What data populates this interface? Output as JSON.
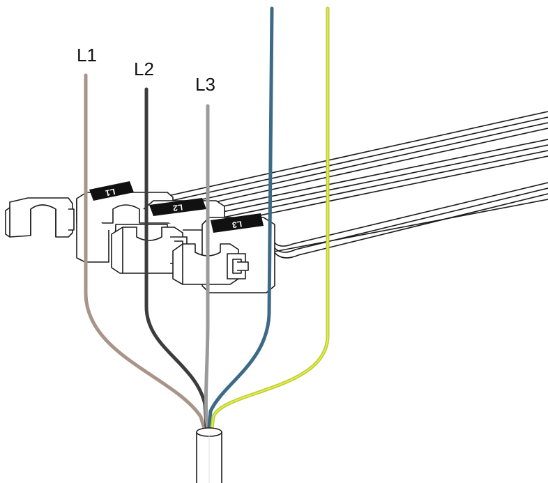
{
  "labels": {
    "l1": "L1",
    "l2": "L2",
    "l3": "L3"
  },
  "clamp_tags": {
    "c1": "L1",
    "c2": "L2",
    "c3": "L3"
  },
  "colors": {
    "l1_wire": "#a89489",
    "l2_wire": "#3c3c3c",
    "l3_wire": "#9a9a9a",
    "neutral_wire": "#3d6a86",
    "earth_wire": "#b8cf45",
    "earth_stripe": "#f2ef3a",
    "outline": "#1a1a1a",
    "tag_fill": "#111111"
  }
}
